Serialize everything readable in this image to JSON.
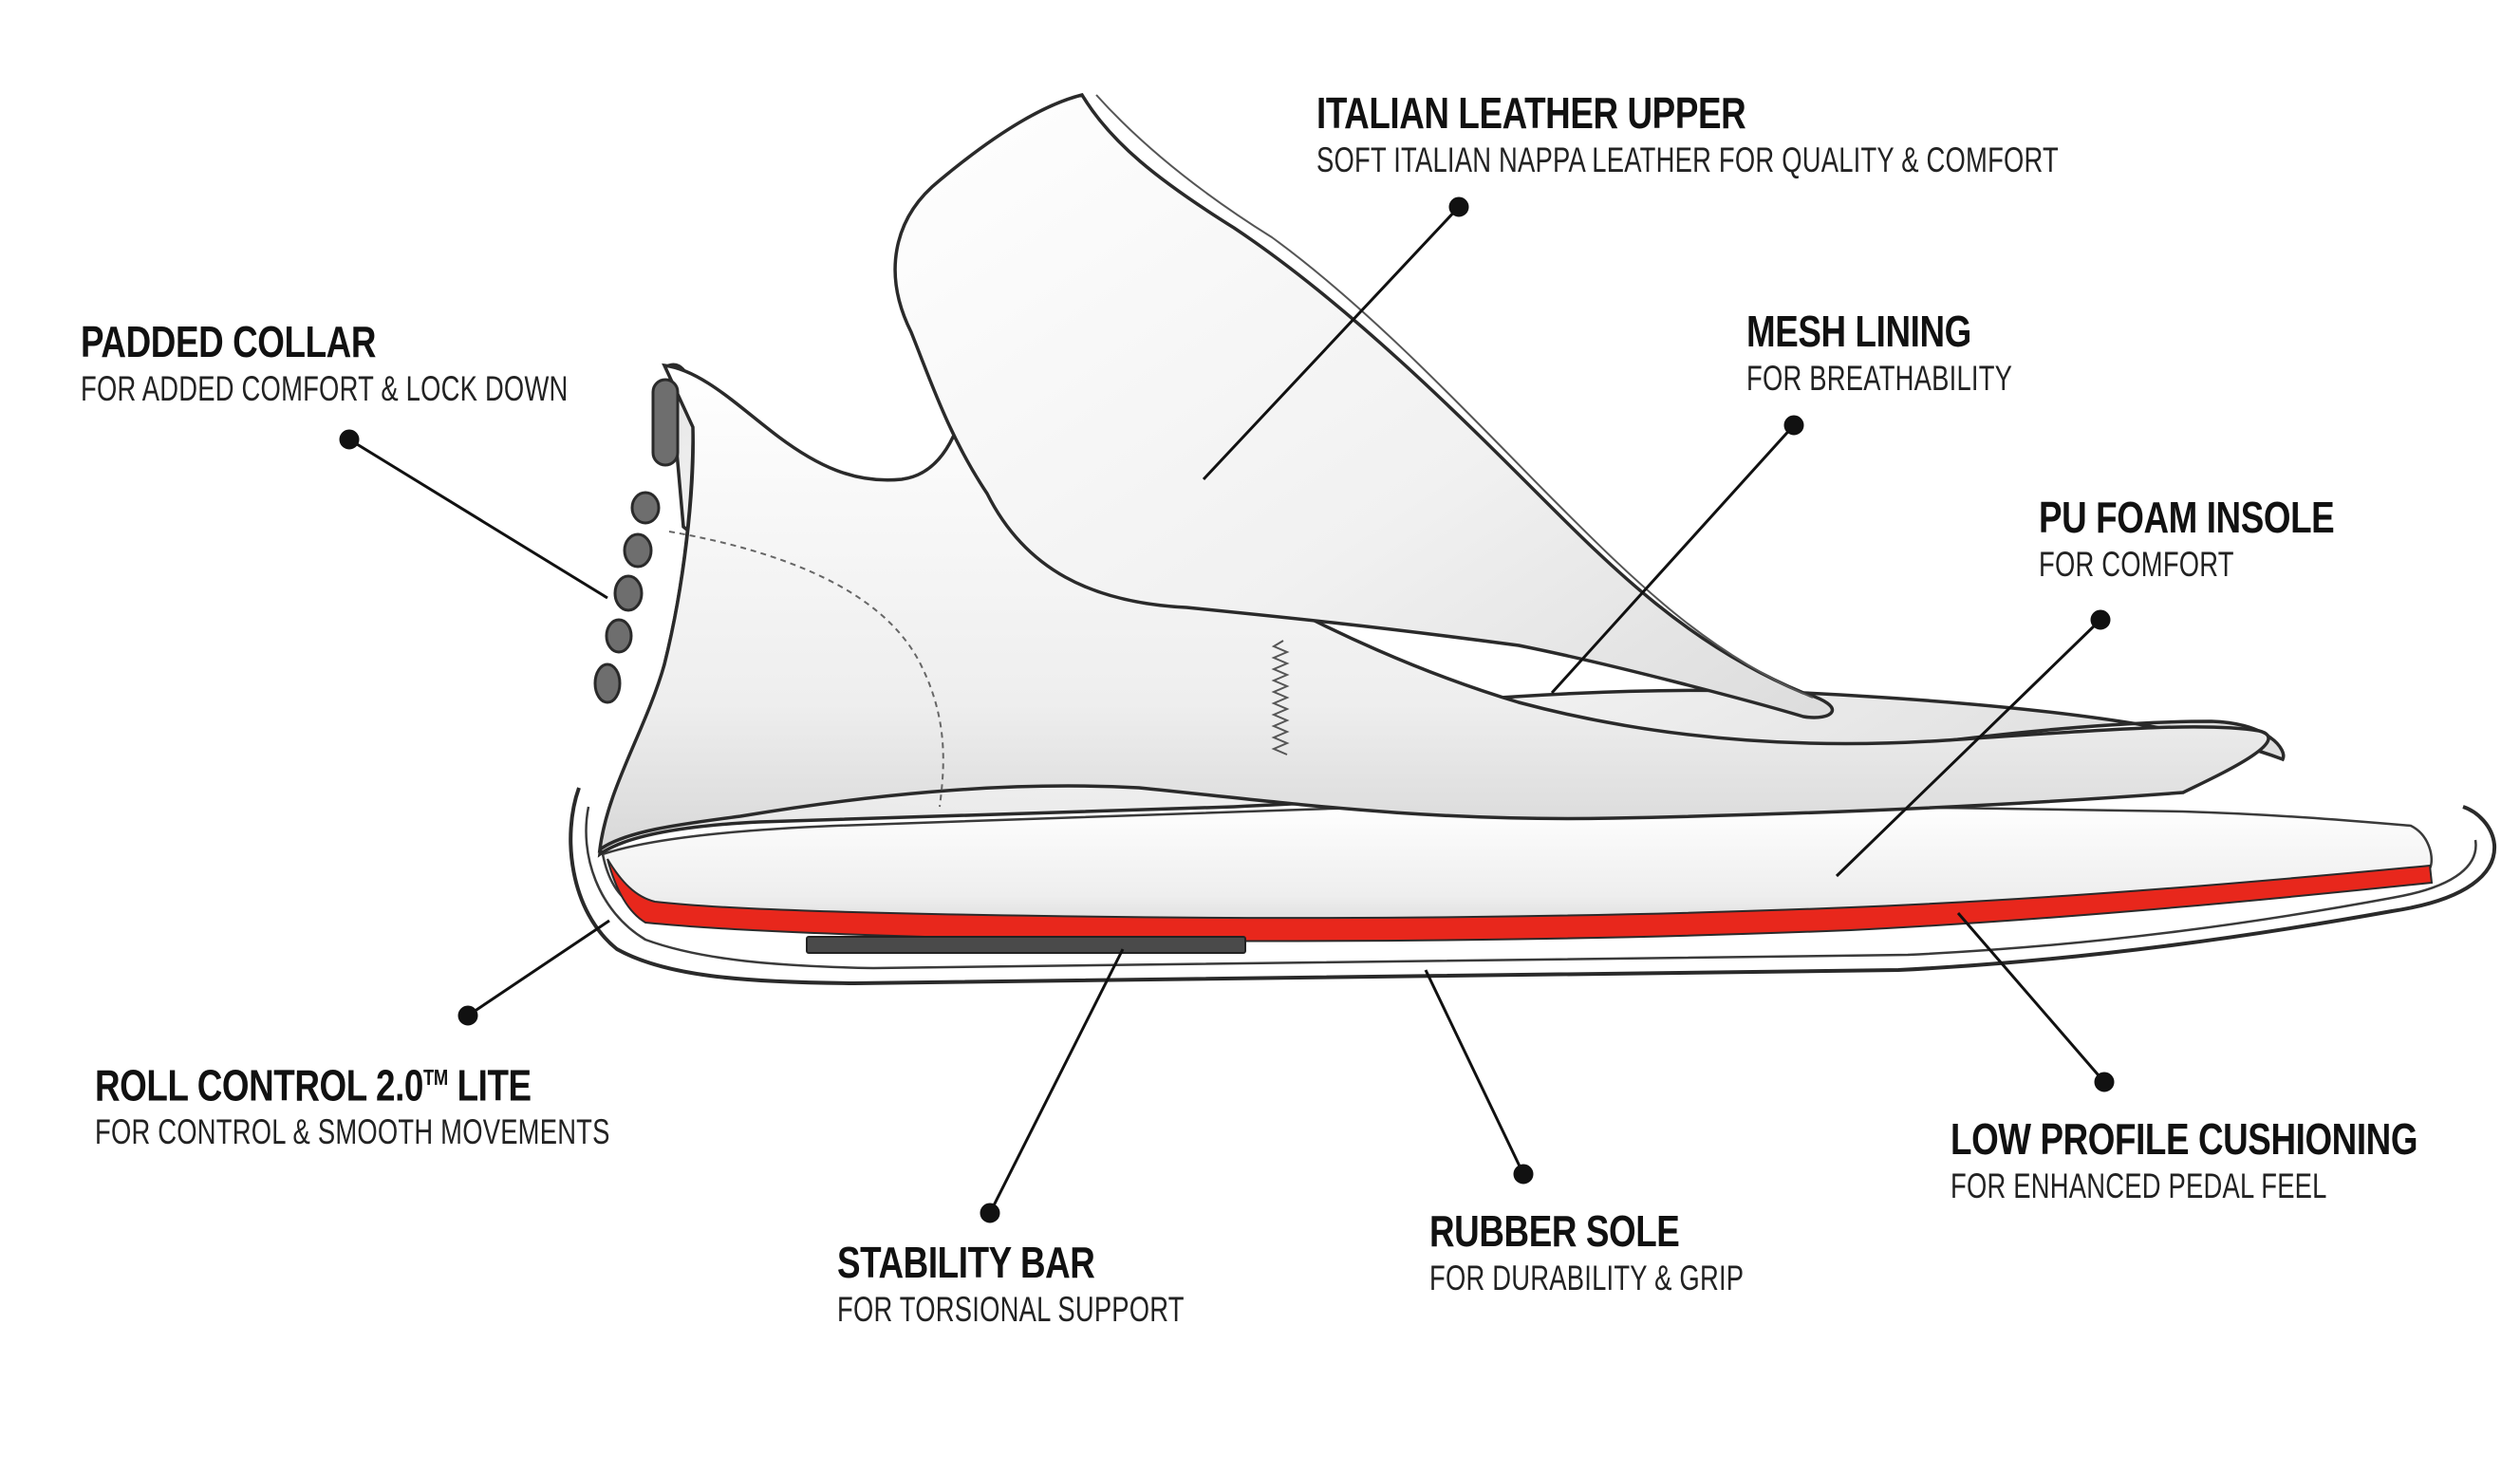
{
  "callouts": {
    "upper": {
      "title": "ITALIAN LEATHER UPPER",
      "subtitle": "SOFT ITALIAN NAPPA LEATHER FOR QUALITY & COMFORT"
    },
    "collar": {
      "title": "PADDED COLLAR",
      "subtitle": "FOR ADDED COMFORT & LOCK DOWN"
    },
    "mesh": {
      "title": "MESH LINING",
      "subtitle": "FOR BREATHABILITY"
    },
    "insole": {
      "title": "PU FOAM INSOLE",
      "subtitle": "FOR COMFORT"
    },
    "roll": {
      "title": "ROLL CONTROL 2.0",
      "title_mark": "TM",
      "title_suffix": " LITE",
      "subtitle": "FOR CONTROL & SMOOTH MOVEMENTS"
    },
    "cushioning": {
      "title": "LOW PROFILE CUSHIONING",
      "subtitle": "FOR ENHANCED PEDAL FEEL"
    },
    "sole": {
      "title": "RUBBER SOLE",
      "subtitle": "FOR DURABILITY & GRIP"
    },
    "stability": {
      "title": "STABILITY BAR",
      "subtitle": "FOR TORSIONAL SUPPORT"
    }
  },
  "colors": {
    "cushion_layer": "#e8271c",
    "stability_bar": "#4a4a4a",
    "outline": "#2a2a2a",
    "leader": "#111111"
  }
}
